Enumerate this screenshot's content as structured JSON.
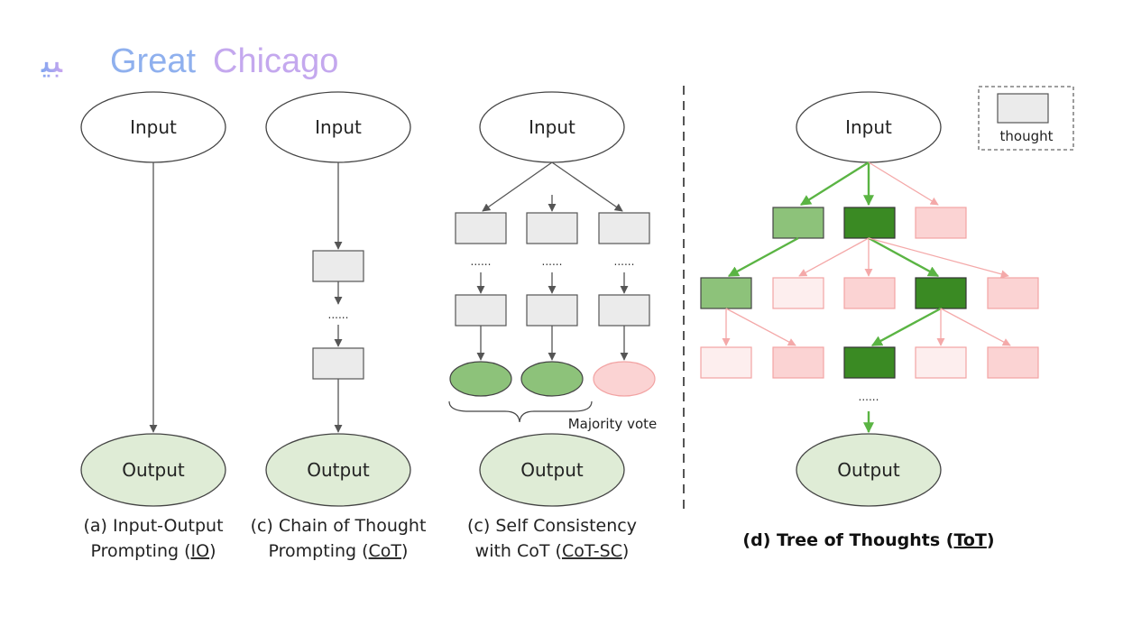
{
  "logo": {
    "text_great": "Great",
    "text_chicago": "Chicago",
    "text_mark": "ﺒﻴ"
  },
  "nodes": {
    "input_label": "Input",
    "output_label": "Output"
  },
  "captions": {
    "io_line1": "(a) Input-Output",
    "io_line2_prefix": "Prompting (",
    "io_abbr": "IO",
    "io_line2_suffix": ")",
    "cot_line1": "(c) Chain of Thought",
    "cot_line2_prefix": "Prompting (",
    "cot_abbr": "CoT",
    "cot_line2_suffix": ")",
    "sc_line1": "(c) Self Consistency",
    "sc_line2_prefix": "with CoT (",
    "sc_abbr": "CoT-SC",
    "sc_line2_suffix": ")",
    "tot_prefix": "(d) Tree of Thoughts (",
    "tot_abbr": "ToT",
    "tot_suffix": ")"
  },
  "majority_vote": "Majority vote",
  "legend": {
    "thought": "thought"
  },
  "ellipsis": "......",
  "colors": {
    "thought_fill": "#ebebeb",
    "thought_stroke": "#555555",
    "output_fill": "#dfecd6",
    "good_dark": "#3a8a23",
    "good_light": "#8dc27a",
    "bad_fill": "#fbd3d3",
    "bad_pale": "#fdeeee",
    "bad_stroke": "#f2a3a3",
    "green_arrow": "#5ab443",
    "pink_arrow": "#f4a9a9",
    "gray_arrow": "#555555"
  }
}
